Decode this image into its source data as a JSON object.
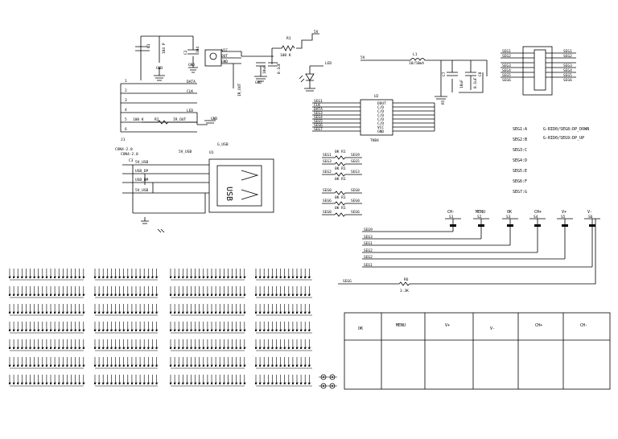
{
  "labels": {
    "c1": "C1",
    "c1_val": "104 P",
    "c2": "C2",
    "c2_val": "104",
    "gnd": "GND",
    "vcc": "VCC",
    "out": "OUT",
    "gnd_pin": "GND",
    "r1": "R1",
    "r1_val": "100 K",
    "supply_5v": "5V",
    "c4_val": "10uF",
    "c6_val": "0.1uF",
    "led": "LED",
    "ir_out": "IR_OUT",
    "j1": "J1",
    "data": "DATA",
    "clk": "CLK",
    "led_net": "LED",
    "r2": "R2",
    "r2_val": "100 K",
    "ir_out2": "IR_OUT",
    "conn1": "CON4-2.0",
    "conn2": "CON4-2.0",
    "c3": "C3",
    "sv_usb": "5V_USB",
    "g_usb": "G_USB",
    "usb_5v": "5V_USB",
    "usb_dp": "USB_DP",
    "usb_dm": "USB_DM",
    "usb_gnd": "5V_USB",
    "usb_text": "USB",
    "u2": "U2",
    "u2_name": "TKB4",
    "u2_left": [
      "SEG1",
      "CLK",
      "DATA",
      "SEG3",
      "SEG4",
      "SEG5",
      "SEG6",
      "SEG7"
    ],
    "u2_pins": [
      "DOUT",
      "C/D",
      "C/D",
      "C/D",
      "C/D",
      "C/D",
      "VCC",
      "GND"
    ],
    "l1": "L1",
    "l1_val": "10/50mA",
    "c7": "C7",
    "c7_val": "10uF",
    "c8": "C8",
    "c8_val": "0.1uF",
    "r5": "R5",
    "j2_left": [
      "SEG1",
      "SEG2",
      "",
      "SEG3",
      "SEG4",
      "SEG5",
      "SEG6"
    ],
    "j2_right": [
      "SEG1",
      "SEG2",
      "",
      "SEG3",
      "SEG4",
      "SEG5",
      "SEG6"
    ],
    "seg_defs": [
      "SEG1:A",
      "SEG2:B",
      "SEG3:C",
      "SEG4:D",
      "SEG5:E",
      "SEG6:F",
      "SEG7:G"
    ],
    "grid_defs": [
      "G-RID0/SEG8:DP_DOWN",
      "G-RID0/SEG9:DP_UP"
    ],
    "res_rows": [
      [
        "SEG1",
        "SEG9"
      ],
      [
        "SEG3",
        "SEG5"
      ],
      [
        "SEG2",
        "SEG3"
      ],
      [
        "SEG0",
        "SEG0"
      ],
      [
        "SEG6",
        "SEG0"
      ],
      [
        "SEG0",
        "SEG6"
      ]
    ],
    "res_val": "0K R1",
    "switches": [
      "CH-",
      "MENU",
      "OK",
      "CH+",
      "V+",
      "V-"
    ],
    "switch_ids": [
      "S1",
      "S2",
      "S3",
      "S4",
      "S5",
      "S6"
    ],
    "bus": [
      "SEG9",
      "SEG3",
      "SEG1",
      "SEG2",
      "SEG2",
      "SEG1"
    ],
    "segg": "SEGG",
    "r6": "R6",
    "r6_val": "3.3K"
  },
  "table": {
    "headers": [
      "OK",
      "MENU",
      "V+",
      "V-",
      "CH+",
      "CH-"
    ],
    "cells": [
      "",
      "",
      "",
      "",
      "",
      ""
    ]
  }
}
